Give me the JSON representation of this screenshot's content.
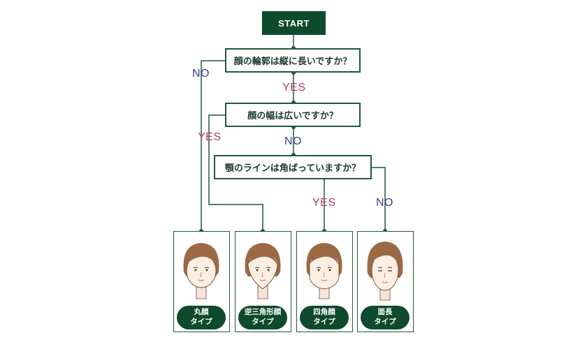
{
  "start_label": "START",
  "questions": {
    "q1": "顔の輪郭は縦に長いですか？",
    "q2": "顔の幅は広いですか？",
    "q3": "顎のラインは角ばっていますか？"
  },
  "edge_labels": {
    "q1_no": "NO",
    "q1_yes": "YES",
    "q2_yes": "YES",
    "q2_no": "NO",
    "q3_yes": "YES",
    "q3_no": "NO"
  },
  "results": [
    {
      "line1": "丸顔",
      "line2": "タイプ"
    },
    {
      "line1": "逆三角形顔",
      "line2": "タイプ"
    },
    {
      "line1": "四角顔",
      "line2": "タイプ"
    },
    {
      "line1": "面長",
      "line2": "タイプ"
    }
  ],
  "colors": {
    "node_fill": "#0e4a2c",
    "line": "#1f5a3a",
    "yes": "#b83a6a",
    "no": "#36458a",
    "hair": "#9b6a45"
  }
}
